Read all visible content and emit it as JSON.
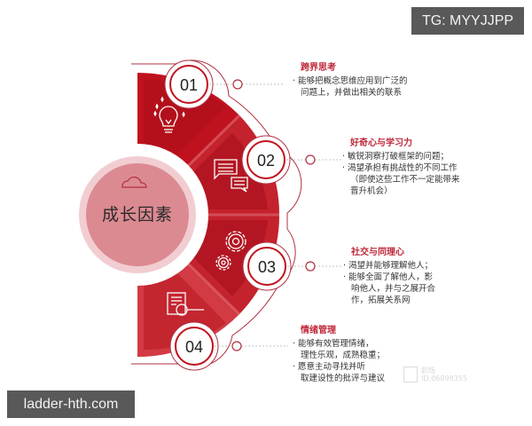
{
  "diagram": {
    "center": {
      "label": "成长因素",
      "icon": "cloud-icon"
    },
    "colors": {
      "primary_red": "#c0121e",
      "dark_red": "#a30e18",
      "light_red": "#d8545e",
      "center_pink": "#dc8a92",
      "center_ring": "#f1cdd1",
      "title_red": "#c0283a",
      "outline": "#b03040"
    },
    "items": [
      {
        "number": "01",
        "icon": "lightbulb-icon",
        "title": "跨界思考",
        "lines": [
          {
            "type": "bullet",
            "text": "能够把概念思维应用到广泛的"
          },
          {
            "type": "indent",
            "text": "问题上，并做出相关的联系"
          }
        ]
      },
      {
        "number": "02",
        "icon": "chat-bubbles-icon",
        "title": "好奇心与学习力",
        "lines": [
          {
            "type": "bullet",
            "text": "敏锐洞察打破框架的问题；"
          },
          {
            "type": "bullet",
            "text": "渴望承担有挑战性的不同工作"
          },
          {
            "type": "indent",
            "text": "（即使这些工作不一定能带来"
          },
          {
            "type": "indent",
            "text": " 晋升机会）"
          }
        ]
      },
      {
        "number": "03",
        "icon": "gears-icon",
        "title": "社交与同理心",
        "lines": [
          {
            "type": "bullet",
            "text": "渴望并能够理解他人；"
          },
          {
            "type": "bullet",
            "text": "能够全面了解他人，影"
          },
          {
            "type": "indent",
            "text": "响他人，并与之展开合"
          },
          {
            "type": "indent",
            "text": "作，拓展关系网"
          }
        ]
      },
      {
        "number": "04",
        "icon": "document-search-icon",
        "title": "情绪管理",
        "lines": [
          {
            "type": "bullet",
            "text": "能够有效管理情绪，"
          },
          {
            "type": "indent",
            "text": "理性乐观，成熟稳重；"
          },
          {
            "type": "bullet",
            "text": "愿意主动寻找并听"
          },
          {
            "type": "indent",
            "text": "取建设性的批评与建议"
          }
        ]
      }
    ]
  },
  "overlays": {
    "top_tag": "TG: MYYJJPP",
    "bottom_tag": "ladder-hth.com",
    "watermark_line1": "职场",
    "watermark_line2": "ID:06898355"
  }
}
